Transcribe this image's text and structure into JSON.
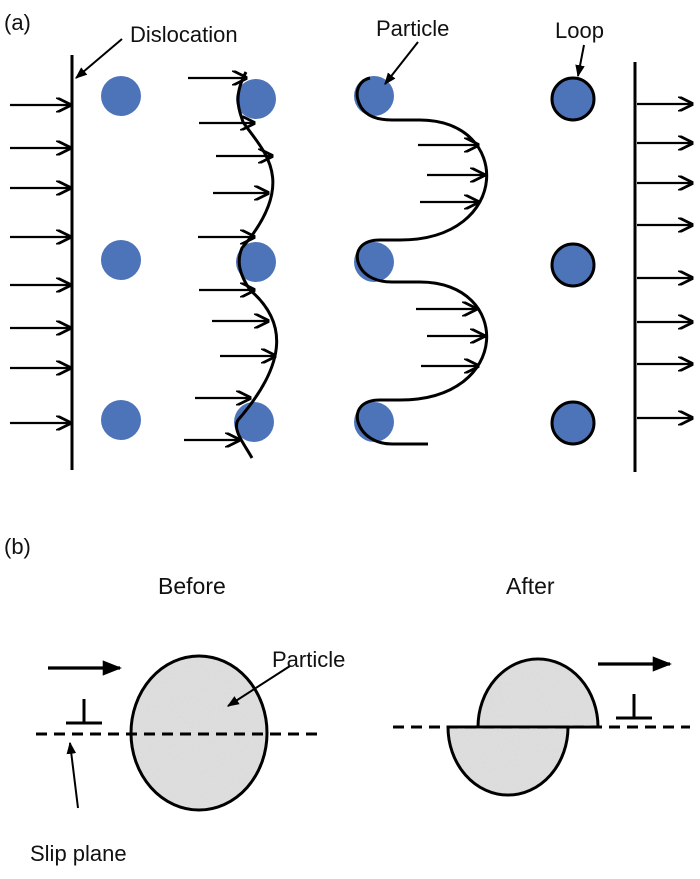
{
  "panel_a": {
    "label": "(a)",
    "dislocation_label": "Dislocation",
    "particle_label": "Particle",
    "loop_label": "Loop"
  },
  "panel_b": {
    "label": "(b)",
    "before_label": "Before",
    "after_label": "After",
    "particle_label": "Particle",
    "slip_plane_label": "Slip plane",
    "dislocation_symbol": "⊥"
  },
  "colors": {
    "particle_fill": "#4d74b9",
    "particle_b_fill": "#e2e2e2",
    "stroke": "#000000"
  }
}
